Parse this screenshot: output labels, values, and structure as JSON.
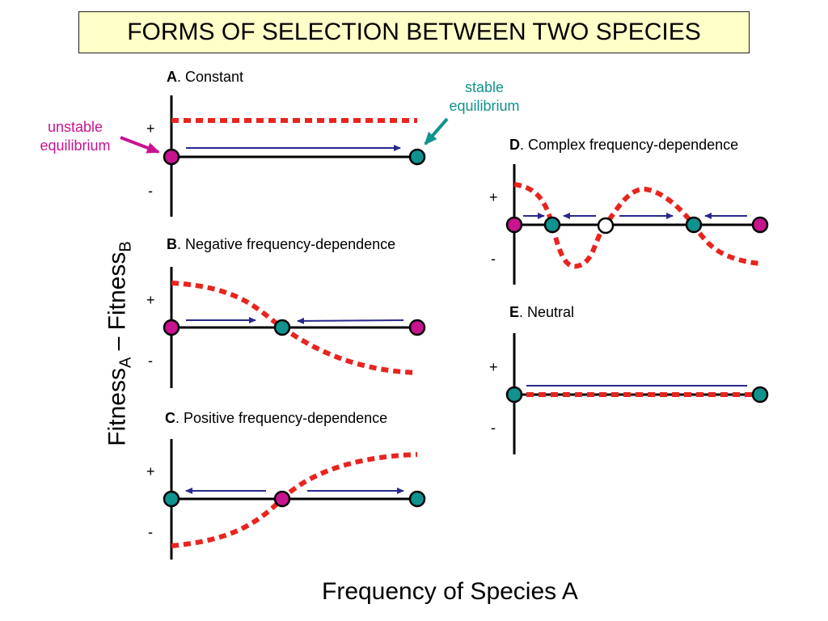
{
  "title": "FORMS OF SELECTION BETWEEN TWO SPECIES",
  "y_label_main": "Fitness",
  "y_label_sub_a": "A",
  "y_label_dash": " – Fitness",
  "y_label_sub_b": "B",
  "x_label": "Frequency of Species A",
  "plus": "+",
  "minus": "-",
  "annotations": {
    "unstable": [
      "unstable",
      "equilibrium"
    ],
    "stable": [
      "stable",
      "equilibrium"
    ]
  },
  "panels": {
    "A": {
      "letter": "A",
      "name": ". Constant"
    },
    "B": {
      "letter": "B",
      "name": ". Negative frequency-dependence"
    },
    "C": {
      "letter": "C",
      "name": ". Positive frequency-dependence"
    },
    "D": {
      "letter": "D",
      "name": ". Complex frequency-dependence"
    },
    "E": {
      "letter": "E",
      "name": ". Neutral"
    }
  },
  "colors": {
    "curve": "#e8241e",
    "arrow": "#28288c",
    "stable": "#10938f",
    "unstable": "#c8138f",
    "neutral_point": "#ffffff",
    "axis": "#000000"
  }
}
